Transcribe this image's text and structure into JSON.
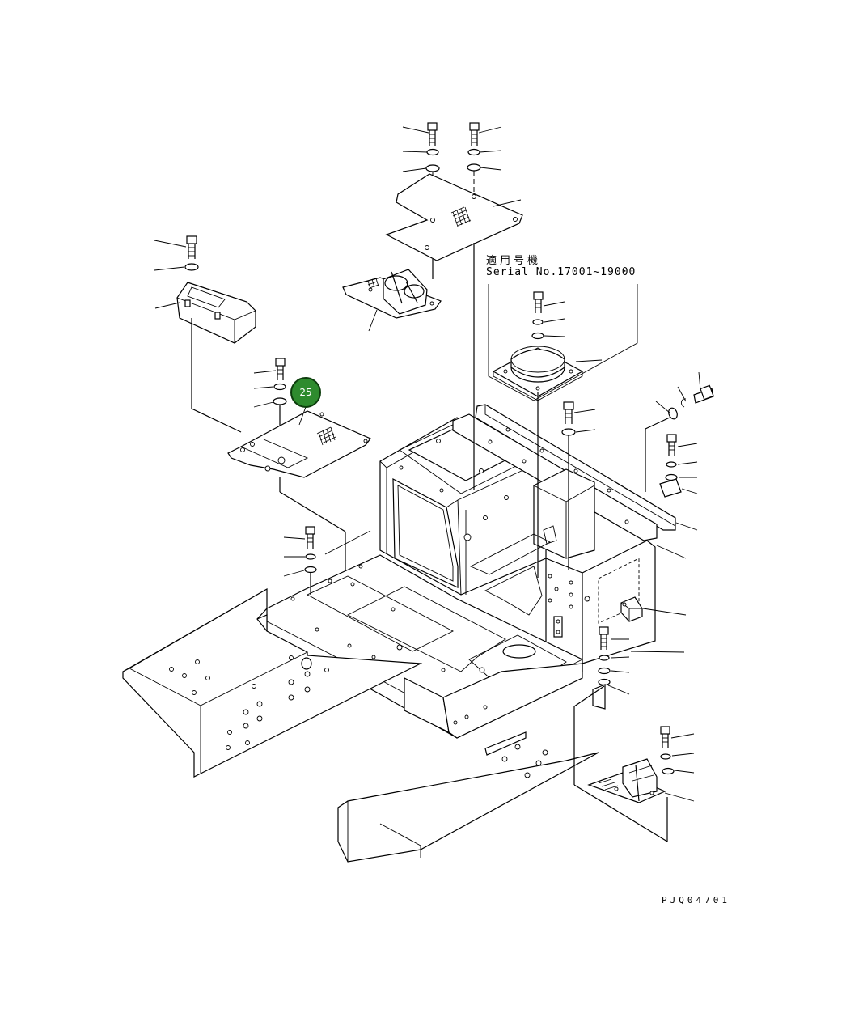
{
  "serial_note": {
    "applicability_jp": "適用号機",
    "serial_range": "Serial No.17001~19000"
  },
  "callouts": [
    {
      "number": "25"
    }
  ],
  "drawing_code": "PJQ04701"
}
